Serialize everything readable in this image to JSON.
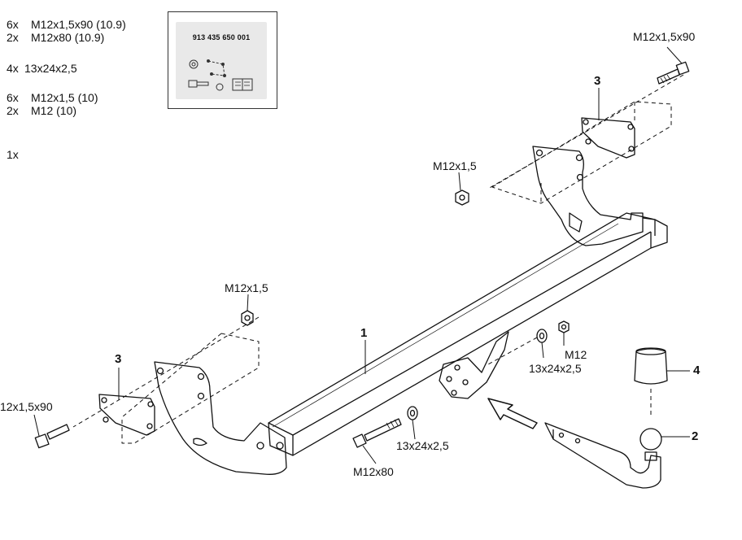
{
  "parts_list": [
    {
      "qty": "6x",
      "spec": "M12x1,5x90 (10.9)"
    },
    {
      "qty": "2x",
      "spec": "M12x80 (10.9)"
    },
    {
      "qty": "4x",
      "spec": "13x24x2,5"
    },
    {
      "qty": "6x",
      "spec": "M12x1,5 (10)"
    },
    {
      "qty": "2x",
      "spec": "M12 (10)"
    },
    {
      "qty": "1x",
      "spec": ""
    }
  ],
  "kit_card": {
    "code": "913 435 650 001"
  },
  "labels": {
    "bolt_top_right": "M12x1,5x90",
    "nut_top": "M12x1,5",
    "nut_left": "M12x1,5",
    "bolt_left": "12x1,5x90",
    "nut_m12": "M12",
    "washer_right": "13x24x2,5",
    "washer_bottom": "13x24x2,5",
    "bolt_bottom": "M12x80"
  },
  "callouts": {
    "one": "1",
    "two": "2",
    "three_top": "3",
    "three_left": "3",
    "four": "4"
  }
}
